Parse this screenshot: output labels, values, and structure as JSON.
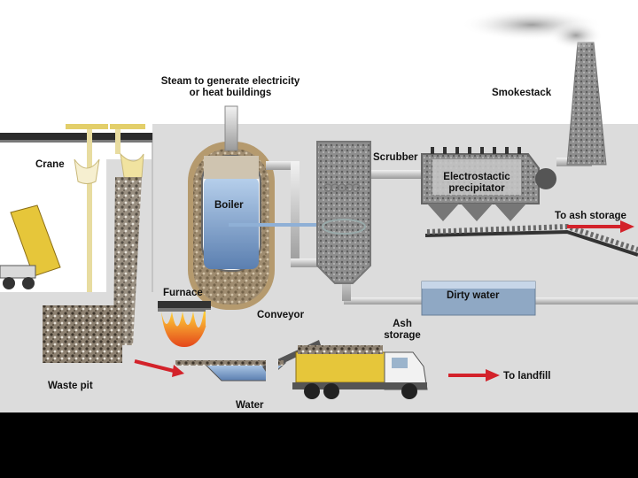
{
  "labels": {
    "steam": "Steam to generate electricity\nor heat buildings",
    "smokestack": "Smokestack",
    "crane": "Crane",
    "scrubber": "Scrubber",
    "electrostatic": "Electrostactic\nprecipitator",
    "boiler": "Boiler",
    "ash_storage_right": "To ash storage",
    "furnace": "Furnace",
    "dirty_water": "Dirty water",
    "conveyor": "Conveyor",
    "ash_storage": "Ash\nstorage",
    "waste_pit": "Waste pit",
    "to_landfill": "To landfill",
    "water": "Water"
  },
  "colors": {
    "background_panel": "#dcdcdc",
    "pipe": "#c9c9c9",
    "boiler_shell": "#b59a6e",
    "boiler_water": "#8fb0d6",
    "truck_yellow": "#e6c63a",
    "flame": "#f06a1a",
    "arrow_red": "#d3222a",
    "crane_yellow": "#f1e3a0",
    "smoke": "#bdbdbd"
  }
}
